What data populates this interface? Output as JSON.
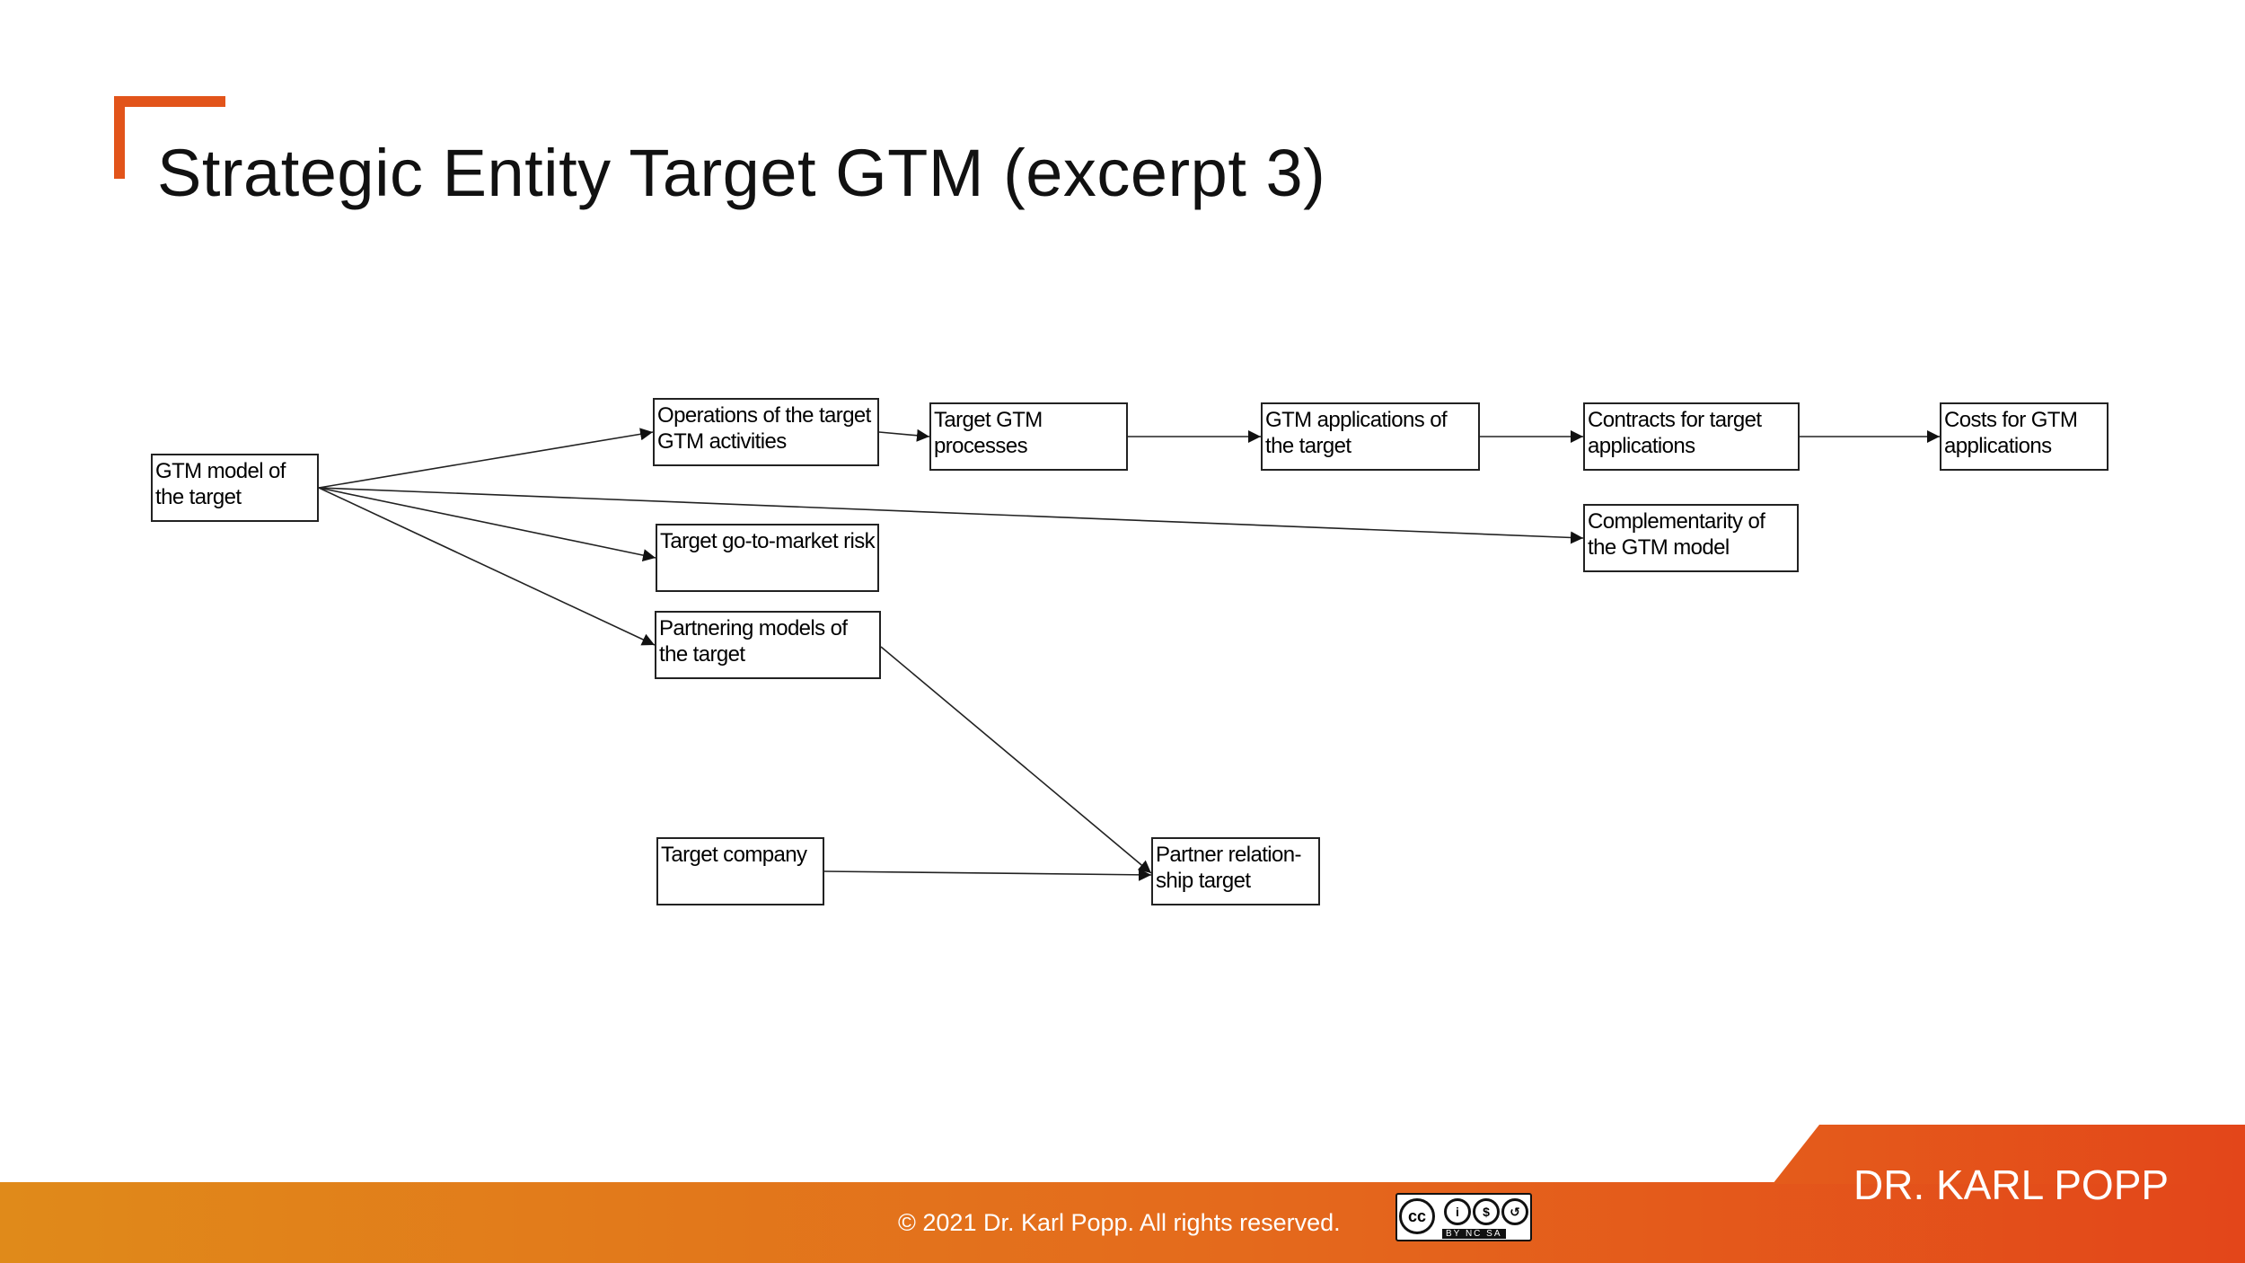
{
  "title": "Strategic Entity Target GTM (excerpt 3)",
  "nodes": [
    {
      "id": "gtm_model",
      "label": "GTM model of the target"
    },
    {
      "id": "operations",
      "label": "Operations of the target GTM activities"
    },
    {
      "id": "processes",
      "label": "Target GTM processes"
    },
    {
      "id": "applications",
      "label": "GTM applications of the target"
    },
    {
      "id": "contracts",
      "label": "Contracts for target applications"
    },
    {
      "id": "costs",
      "label": "Costs for GTM applications"
    },
    {
      "id": "complementarity",
      "label": "Complementarity of the GTM model"
    },
    {
      "id": "risk",
      "label": "Target go-to-market risk"
    },
    {
      "id": "partnering",
      "label": "Partnering models of the target"
    },
    {
      "id": "company",
      "label": "Target company"
    },
    {
      "id": "partner_rel",
      "label": "Partner relation-ship target"
    }
  ],
  "edges": [
    {
      "from": "gtm_model",
      "to": "operations"
    },
    {
      "from": "gtm_model",
      "to": "complementarity"
    },
    {
      "from": "gtm_model",
      "to": "risk"
    },
    {
      "from": "gtm_model",
      "to": "partnering"
    },
    {
      "from": "operations",
      "to": "processes"
    },
    {
      "from": "processes",
      "to": "applications"
    },
    {
      "from": "applications",
      "to": "contracts"
    },
    {
      "from": "contracts",
      "to": "costs"
    },
    {
      "from": "partnering",
      "to": "partner_rel"
    },
    {
      "from": "company",
      "to": "partner_rel"
    }
  ],
  "footer": {
    "copyright": "© 2021 Dr. Karl Popp. All rights reserved.",
    "brand": "DR. KARL POPP",
    "license_badge": {
      "icon": "creative-commons-icon",
      "labels": "BY NC SA"
    }
  },
  "colors": {
    "accent": "#e2541a",
    "footer_start": "#e08a1a",
    "footer_end": "#e3461a"
  }
}
